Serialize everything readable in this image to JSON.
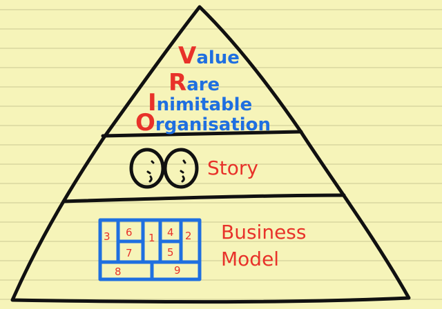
{
  "colors": {
    "paper": "#f6f4b9",
    "rule": "#d8d6a0",
    "ink": "#111111",
    "red": "#e8322a",
    "blue": "#1f6fe0"
  },
  "vrio": [
    {
      "initial": "V",
      "rest": "alue"
    },
    {
      "initial": "R",
      "rest": "are"
    },
    {
      "initial": "I",
      "rest": "nimitable"
    },
    {
      "initial": "O",
      "rest": "rganisation"
    }
  ],
  "story": {
    "label": "Story",
    "icon": "two-faces-icon"
  },
  "business_model": {
    "label_line1": "Business",
    "label_line2": "Model",
    "icon": "business-model-canvas-icon",
    "cells": [
      "3",
      "6",
      "1",
      "4",
      "2",
      "7",
      "5",
      "8",
      "9"
    ]
  }
}
